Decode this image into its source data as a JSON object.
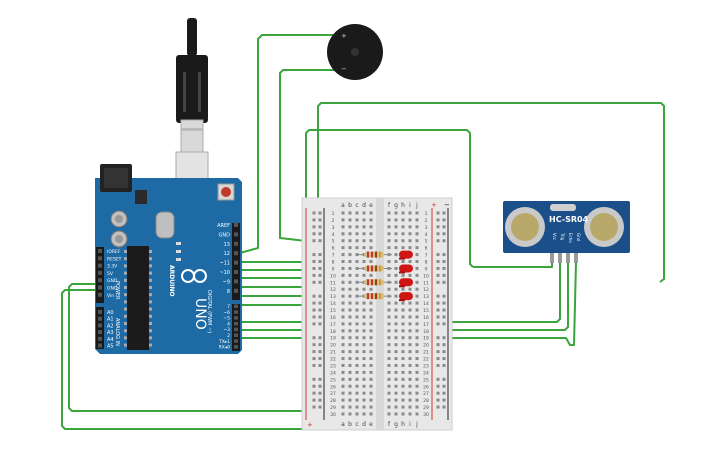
{
  "canvas": {
    "background": "#ffffff"
  },
  "colors": {
    "wire": "#3aa53a",
    "arduino_board": "#1d6aa5",
    "arduino_dark": "#0f4f82",
    "breadboard": "#e8e8e8",
    "breadboard_hole": "#8a8a8a",
    "rail_red": "#d9342b",
    "rail_black": "#222222",
    "led_red": "#d01515",
    "resistor_body": "#d8b98a",
    "sensor_board": "#1b4f8a",
    "sensor_eye_ring": "#c9c9c9",
    "sensor_eye_core": "#b8a86a",
    "buzzer": "#1a1a1a",
    "usb_metal": "#d9d9d9",
    "usb_black": "#1a1a1a"
  },
  "arduino": {
    "brand": "ARDUINO",
    "model": "UNO",
    "power_label": "POWER",
    "analog_label": "ANALOG IN",
    "digital_label": "DIGITAL (PWM ~)",
    "top_pins": [
      "AREF",
      "GND",
      "13",
      "12",
      "~11",
      "~10",
      "~9",
      "8"
    ],
    "bottom_pins": [
      "7",
      "~6",
      "~5",
      "4",
      "~3",
      "2",
      "TX▸1",
      "RX◂0"
    ],
    "power_pins": [
      "IOREF",
      "RESET",
      "3.3V",
      "5V",
      "GND",
      "GND",
      "Vin"
    ],
    "analog_pins": [
      "A0",
      "A1",
      "A2",
      "A3",
      "A4",
      "A5"
    ]
  },
  "breadboard": {
    "columns_left": [
      "a",
      "b",
      "c",
      "d",
      "e"
    ],
    "columns_right": [
      "f",
      "g",
      "h",
      "i",
      "j"
    ],
    "rows": [
      "1",
      "2",
      "3",
      "4",
      "5",
      "6",
      "7",
      "8",
      "9",
      "10",
      "11",
      "12",
      "13",
      "14",
      "15",
      "16",
      "17",
      "18",
      "19",
      "20",
      "21",
      "22",
      "23",
      "24",
      "25",
      "26",
      "27",
      "28",
      "29",
      "30"
    ],
    "rail_plus": "+",
    "rail_minus": "−"
  },
  "sensor": {
    "label": "HC-SR04",
    "pins": [
      "Vcc",
      "Trig",
      "Echo",
      "Gnd"
    ]
  },
  "buzzer": {
    "plus": "+",
    "minus": "−"
  }
}
